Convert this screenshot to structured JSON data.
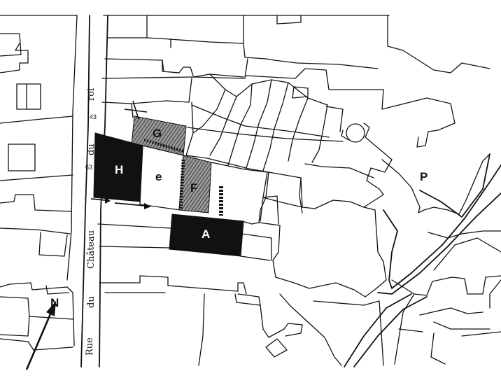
{
  "street_name": "Rue du Château du roi",
  "street_segments": [
    "Rue",
    "du",
    "Château",
    "du",
    "roi"
  ],
  "house_numbers": [
    "43",
    "63"
  ],
  "north_label": "N",
  "parcels": [
    {
      "label": "G",
      "fill": "hatched"
    },
    {
      "label": "H",
      "fill": "solid"
    },
    {
      "label": "e",
      "fill": "none"
    },
    {
      "label": "F",
      "fill": "hatched"
    },
    {
      "label": "A",
      "fill": "solid"
    },
    {
      "label": "P",
      "fill": "none"
    }
  ],
  "colors": {
    "ink": "#111111",
    "hatch": "#5a5a5a",
    "paper": "#ffffff"
  }
}
